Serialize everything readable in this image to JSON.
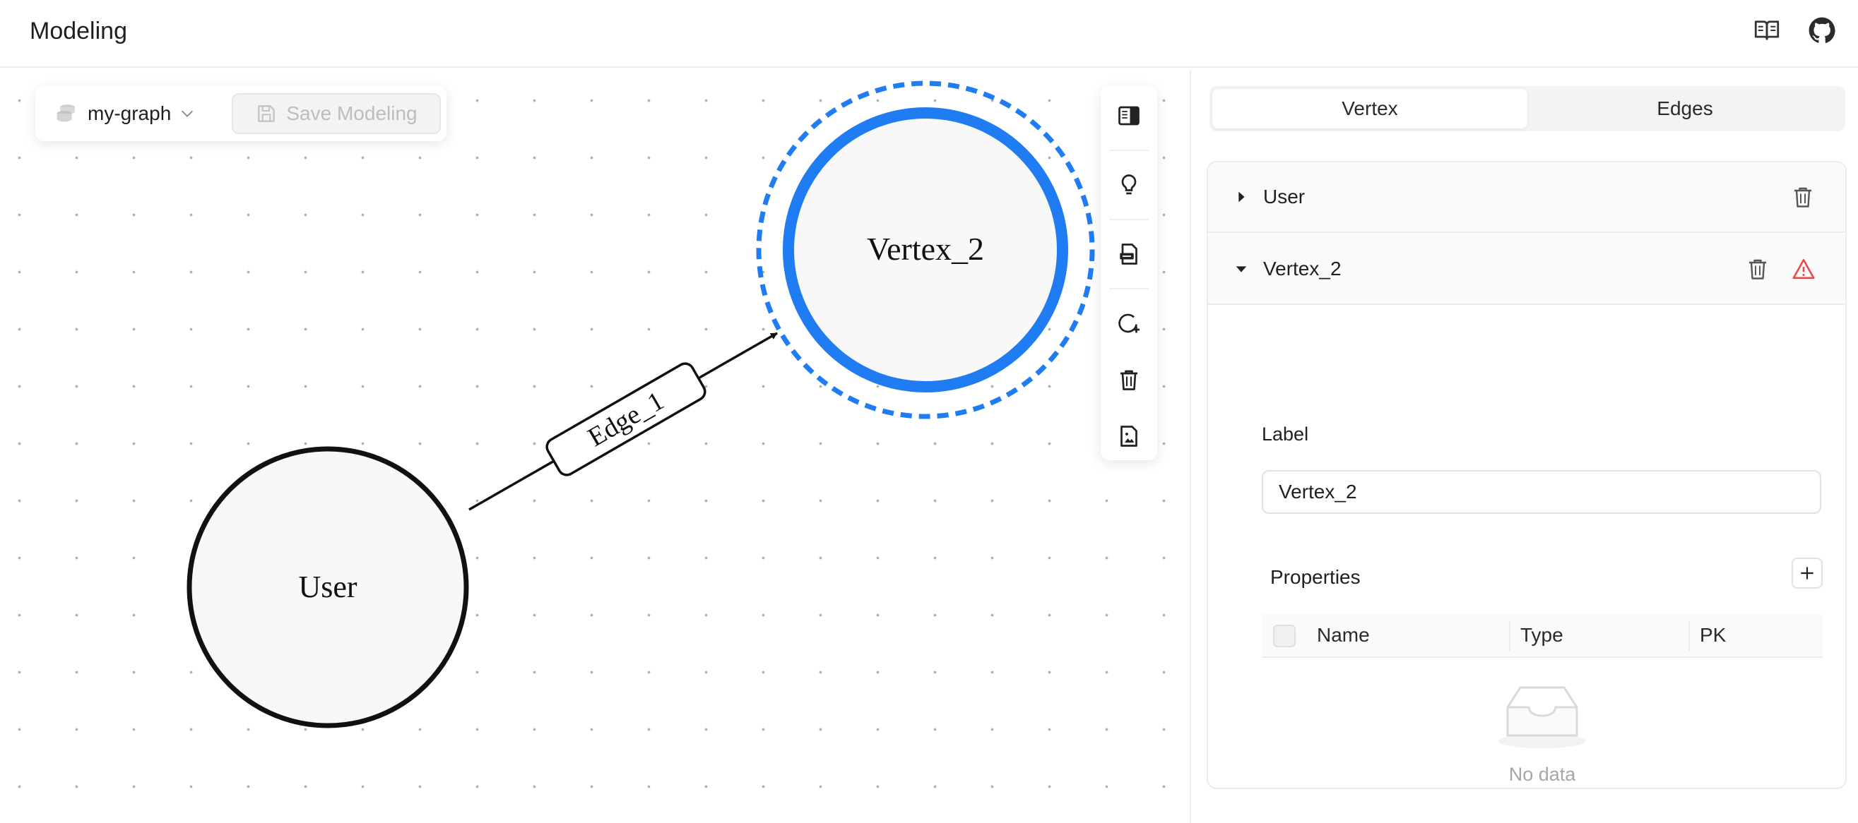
{
  "header": {
    "title": "Modeling",
    "icons": [
      "book-icon",
      "github-icon"
    ]
  },
  "toolbar": {
    "graph_name": "my-graph",
    "save_label": "Save Modeling",
    "save_disabled": true
  },
  "canvas": {
    "nodes": [
      {
        "id": "user",
        "label": "User",
        "selected": false
      },
      {
        "id": "vertex_2",
        "label": "Vertex_2",
        "selected": true
      }
    ],
    "edges": [
      {
        "label": "Edge_1",
        "source": "User",
        "target": "Vertex_2"
      }
    ],
    "accent_color": "#1f7cf2"
  },
  "side_toolbar": {
    "tools": [
      "panel-toggle-icon",
      "lightbulb-icon",
      "import-icon",
      "add-node-icon",
      "delete-icon",
      "export-image-icon"
    ]
  },
  "panel": {
    "tabs": [
      {
        "label": "Vertex",
        "active": true
      },
      {
        "label": "Edges",
        "active": false
      }
    ],
    "vertices": [
      {
        "name": "User",
        "expanded": false,
        "warning": false
      },
      {
        "name": "Vertex_2",
        "expanded": true,
        "warning": true
      }
    ],
    "editor": {
      "label_title": "Label",
      "label_value": "Vertex_2",
      "properties_title": "Properties",
      "columns": [
        "Name",
        "Type",
        "PK"
      ],
      "empty_text": "No data"
    },
    "warning_color": "#e5484d"
  }
}
